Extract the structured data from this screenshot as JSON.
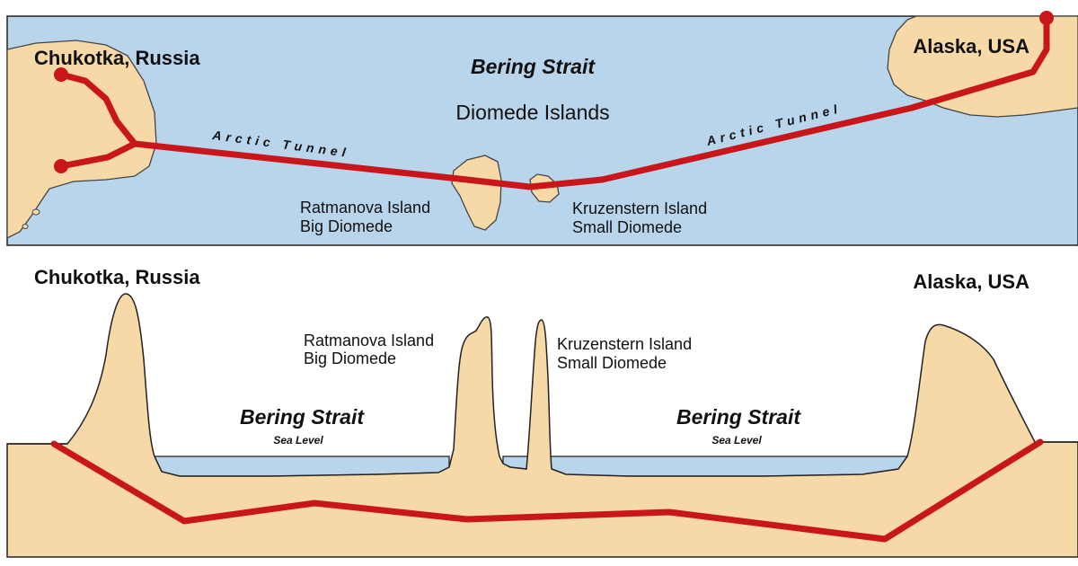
{
  "map": {
    "left_region": "Chukotka, Russia",
    "right_region": "Alaska, USA",
    "strait_title": "Bering Strait",
    "islands_title": "Diomede Islands",
    "tunnel_label_left": "Arctic Tunnel",
    "tunnel_label_right": "Arctic Tunnel",
    "big_island_name": "Ratmanova Island",
    "big_island_alt": "Big Diomede",
    "small_island_name": "Kruzenstern Island",
    "small_island_alt": "Small Diomede"
  },
  "profile": {
    "left_region": "Chukotka, Russia",
    "right_region": "Alaska, USA",
    "big_island_name": "Ratmanova Island",
    "big_island_alt": "Big Diomede",
    "small_island_name": "Kruzenstern Island",
    "small_island_alt": "Small Diomede",
    "strait_left": "Bering Strait",
    "strait_left_sub": "Sea Level",
    "strait_right": "Bering Strait",
    "strait_right_sub": "Sea Level"
  },
  "colors": {
    "sea": "#b9d5ec",
    "land": "#f6d9a6",
    "tunnel": "#c8161b",
    "outline": "#222222"
  }
}
